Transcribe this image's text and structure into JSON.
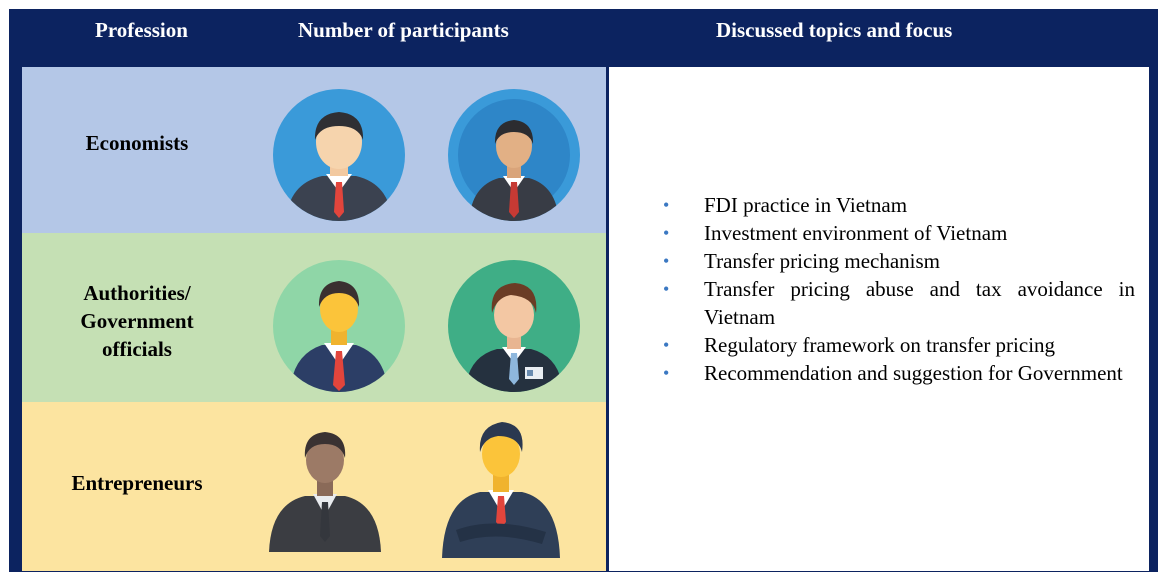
{
  "header": {
    "col1": "Profession",
    "col2": "Number of participants",
    "col3": "Discussed topics and focus"
  },
  "rows": [
    {
      "label": "Economists",
      "color": "#b4c7e7",
      "icons": [
        "businessman-icon",
        "businessman-icon"
      ]
    },
    {
      "label": "Authorities/\nGovernment\nofficials",
      "color": "#c5e0b4",
      "icons": [
        "official-icon",
        "official-with-badge-icon"
      ]
    },
    {
      "label": "Entrepreneurs",
      "color": "#fce4a0",
      "icons": [
        "entrepreneur-icon",
        "entrepreneur-arms-crossed-icon"
      ]
    }
  ],
  "topics": [
    "FDI practice in Vietnam",
    "Investment environment of Vietnam",
    "Transfer pricing mechanism",
    "Transfer pricing abuse and tax avoidance in Vietnam",
    "Regulatory framework on transfer pricing",
    "Recommendation and suggestion for Government"
  ],
  "colors": {
    "frame": "#0c2360",
    "bullet": "#3b78c2"
  }
}
